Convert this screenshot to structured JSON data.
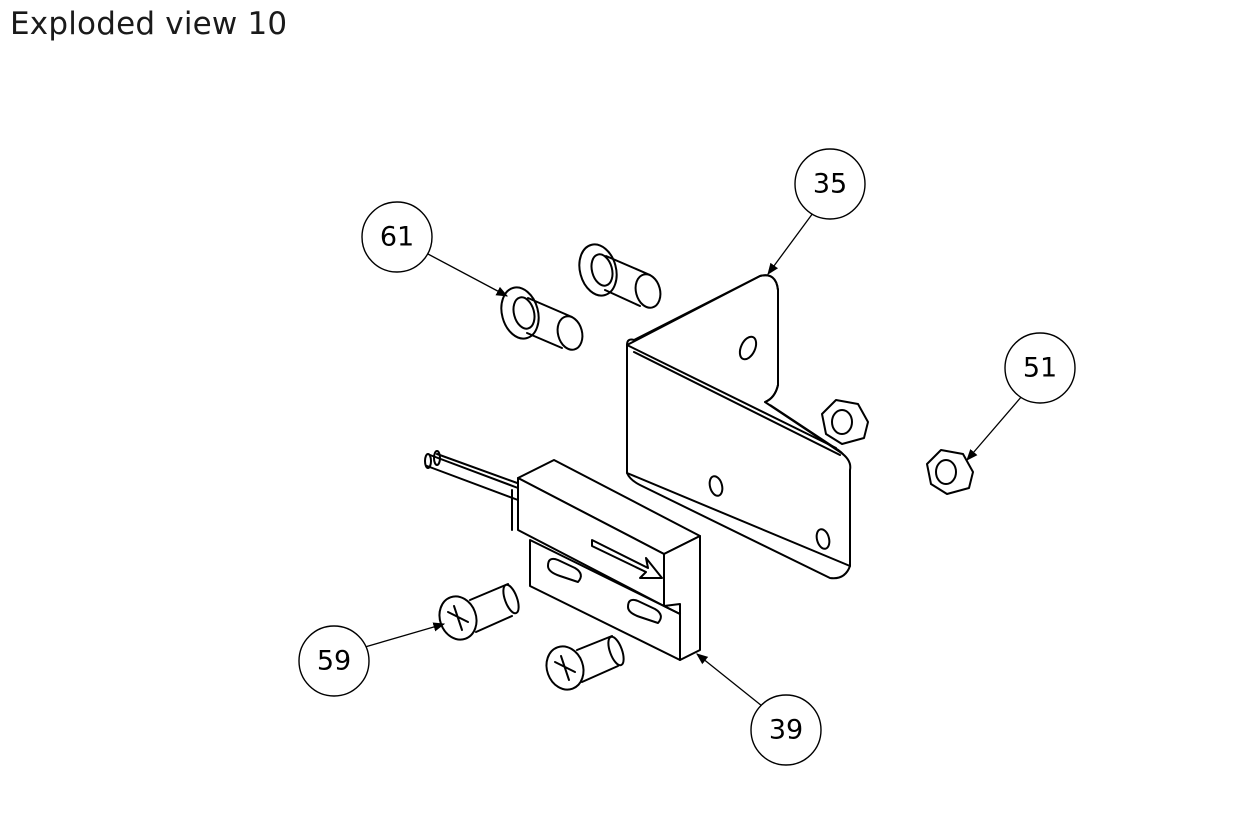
{
  "title": "Exploded view 10",
  "balloons": {
    "b35": "35",
    "b61": "61",
    "b51": "51",
    "b59": "59",
    "b39": "39"
  }
}
